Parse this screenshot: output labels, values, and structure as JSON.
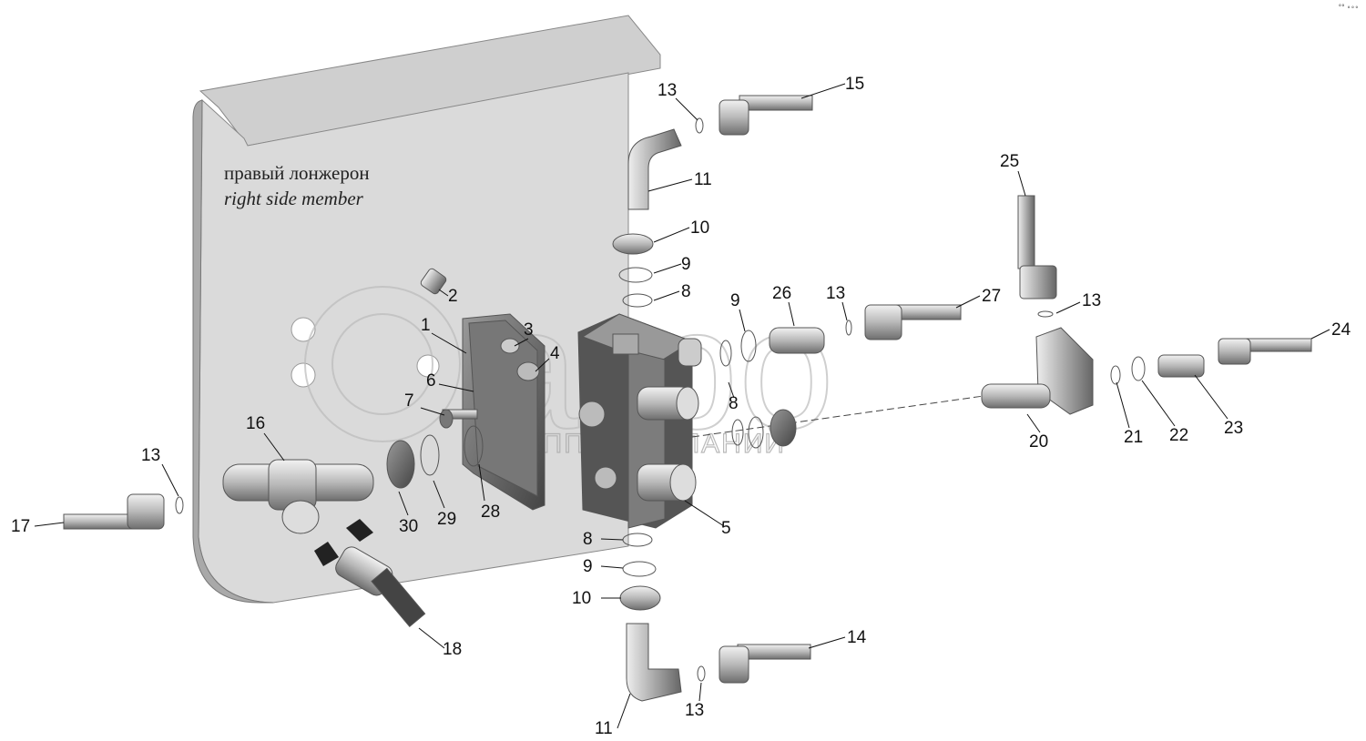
{
  "title_ru": "правый лонжерон",
  "title_en": "right side member",
  "corner_mark": "°° ∘∘∘",
  "watermark": {
    "brand": "агро",
    "subtitle": "ГРУППА КОМПАНИЙ"
  },
  "callouts": [
    "13",
    "15",
    "11",
    "10",
    "9",
    "8",
    "25",
    "26",
    "9",
    "13",
    "27",
    "13",
    "24",
    "2",
    "1",
    "3",
    "4",
    "6",
    "7",
    "8",
    "20",
    "21",
    "22",
    "23",
    "16",
    "13",
    "17",
    "30",
    "29",
    "28",
    "5",
    "8",
    "9",
    "10",
    "18",
    "14",
    "11",
    "13"
  ],
  "colors": {
    "plate": "#d9d9d9",
    "part_dark": "#6a6a6a",
    "part_light": "#cfcfcf",
    "ink": "#111111"
  }
}
